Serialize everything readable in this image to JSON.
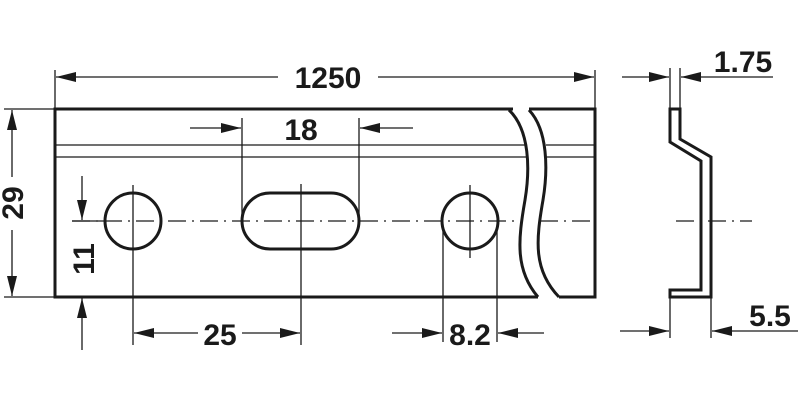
{
  "drawing": {
    "type": "technical-drawing",
    "subject": "mounting rail profile",
    "color": "#1a1a1a",
    "background": "#ffffff",
    "dimensions": {
      "overall_length": "1250",
      "height": "29",
      "slot_length": "18",
      "hole_center_height": "11",
      "hole_to_slot_spacing": "25",
      "hole_diameter": "8.2",
      "material_thickness": "1.75",
      "profile_depth": "5.5"
    }
  }
}
